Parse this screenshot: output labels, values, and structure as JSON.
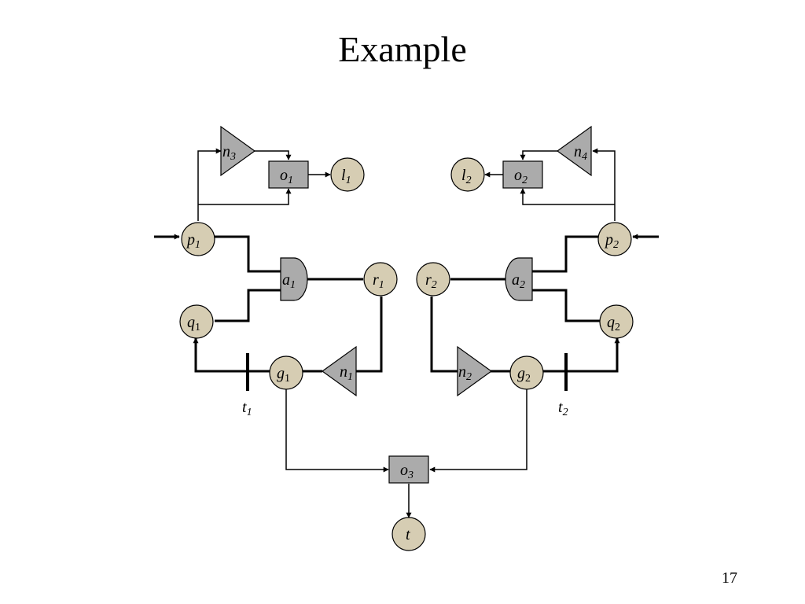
{
  "slide": {
    "title": "Example",
    "page_number": "17"
  },
  "colors": {
    "place_fill": "#d6cdb3",
    "gate_fill": "#ababab",
    "line": "#000000"
  },
  "nodes": {
    "p1": {
      "base": "p",
      "sub": "1",
      "shape": "circle"
    },
    "p2": {
      "base": "p",
      "sub": "2",
      "shape": "circle"
    },
    "q1": {
      "base": "q",
      "sub": "1",
      "shape": "circle"
    },
    "q2": {
      "base": "q",
      "sub": "2",
      "shape": "circle"
    },
    "r1": {
      "base": "r",
      "sub": "1",
      "shape": "circle"
    },
    "r2": {
      "base": "r",
      "sub": "2",
      "shape": "circle"
    },
    "g1": {
      "base": "g",
      "sub": "1",
      "shape": "circle"
    },
    "g2": {
      "base": "g",
      "sub": "2",
      "shape": "circle"
    },
    "l1": {
      "base": "l",
      "sub": "1",
      "shape": "circle"
    },
    "l2": {
      "base": "l",
      "sub": "2",
      "shape": "circle"
    },
    "t": {
      "base": "t",
      "sub": "",
      "shape": "circle"
    },
    "o1": {
      "base": "o",
      "sub": "1",
      "shape": "box"
    },
    "o2": {
      "base": "o",
      "sub": "2",
      "shape": "box"
    },
    "o3": {
      "base": "o",
      "sub": "3",
      "shape": "box"
    },
    "a1": {
      "base": "a",
      "sub": "1",
      "shape": "and-gate"
    },
    "a2": {
      "base": "a",
      "sub": "2",
      "shape": "and-gate"
    },
    "n1": {
      "base": "n",
      "sub": "1",
      "shape": "triangle"
    },
    "n2": {
      "base": "n",
      "sub": "2",
      "shape": "triangle"
    },
    "n3": {
      "base": "n",
      "sub": "3",
      "shape": "triangle"
    },
    "n4": {
      "base": "n",
      "sub": "4",
      "shape": "triangle"
    },
    "t1": {
      "base": "t",
      "sub": "1",
      "shape": "bar"
    },
    "t2": {
      "base": "t",
      "sub": "2",
      "shape": "bar"
    }
  }
}
